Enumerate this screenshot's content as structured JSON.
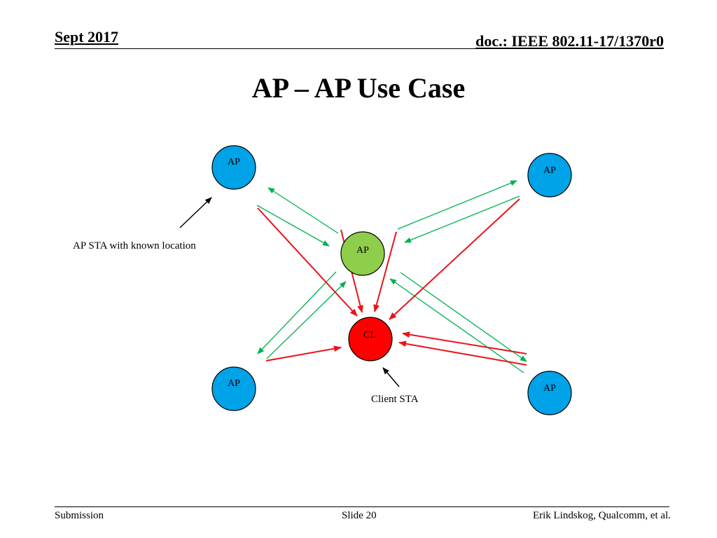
{
  "header": {
    "date": "Sept 2017",
    "doc_id": "doc.: IEEE 802.11-17/1370r0"
  },
  "slide": {
    "title": "AP – AP Use Case"
  },
  "diagram": {
    "nodes": {
      "ap_top_left": "AP",
      "ap_top_right": "AP",
      "ap_center": "AP",
      "client": "CL",
      "ap_bottom_left": "AP",
      "ap_bottom_right": "AP"
    },
    "annotations": {
      "ap_sta": "AP STA with known location",
      "client_sta": "Client STA"
    },
    "colors": {
      "ap_fill": "#00a2e8",
      "ap_center_fill": "#8fce4a",
      "client_fill": "#ff0000",
      "ap_to_ap_arrow": "#00b050",
      "to_client_arrow": "#e8141b",
      "callout_arrow": "#000000"
    }
  },
  "footer": {
    "left": "Submission",
    "center": "Slide 20",
    "right": "Erik Lindskog, Qualcomm, et al."
  }
}
